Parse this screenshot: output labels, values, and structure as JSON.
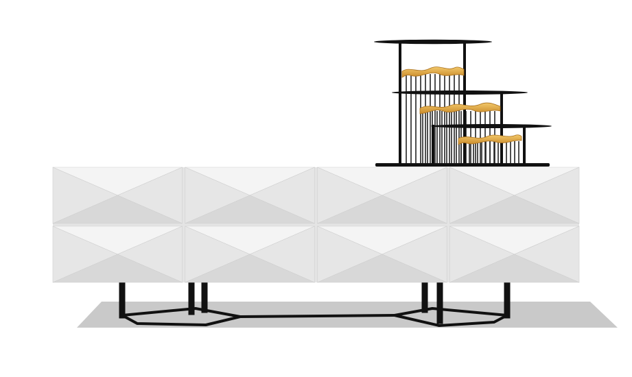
{
  "scene": {
    "subject": "sideboard-with-sculpture",
    "colors": {
      "background": "#ffffff",
      "shadow": "#c9c9c9",
      "cabinet_light": "#f4f4f4",
      "cabinet_mid": "#e6e6e6",
      "cabinet_dark": "#d8d8d8",
      "frame": "#111111",
      "gold": "#d9a441"
    },
    "cabinet": {
      "rows": 2,
      "columns": 4
    },
    "sculpture": {
      "tiers": 3
    }
  }
}
